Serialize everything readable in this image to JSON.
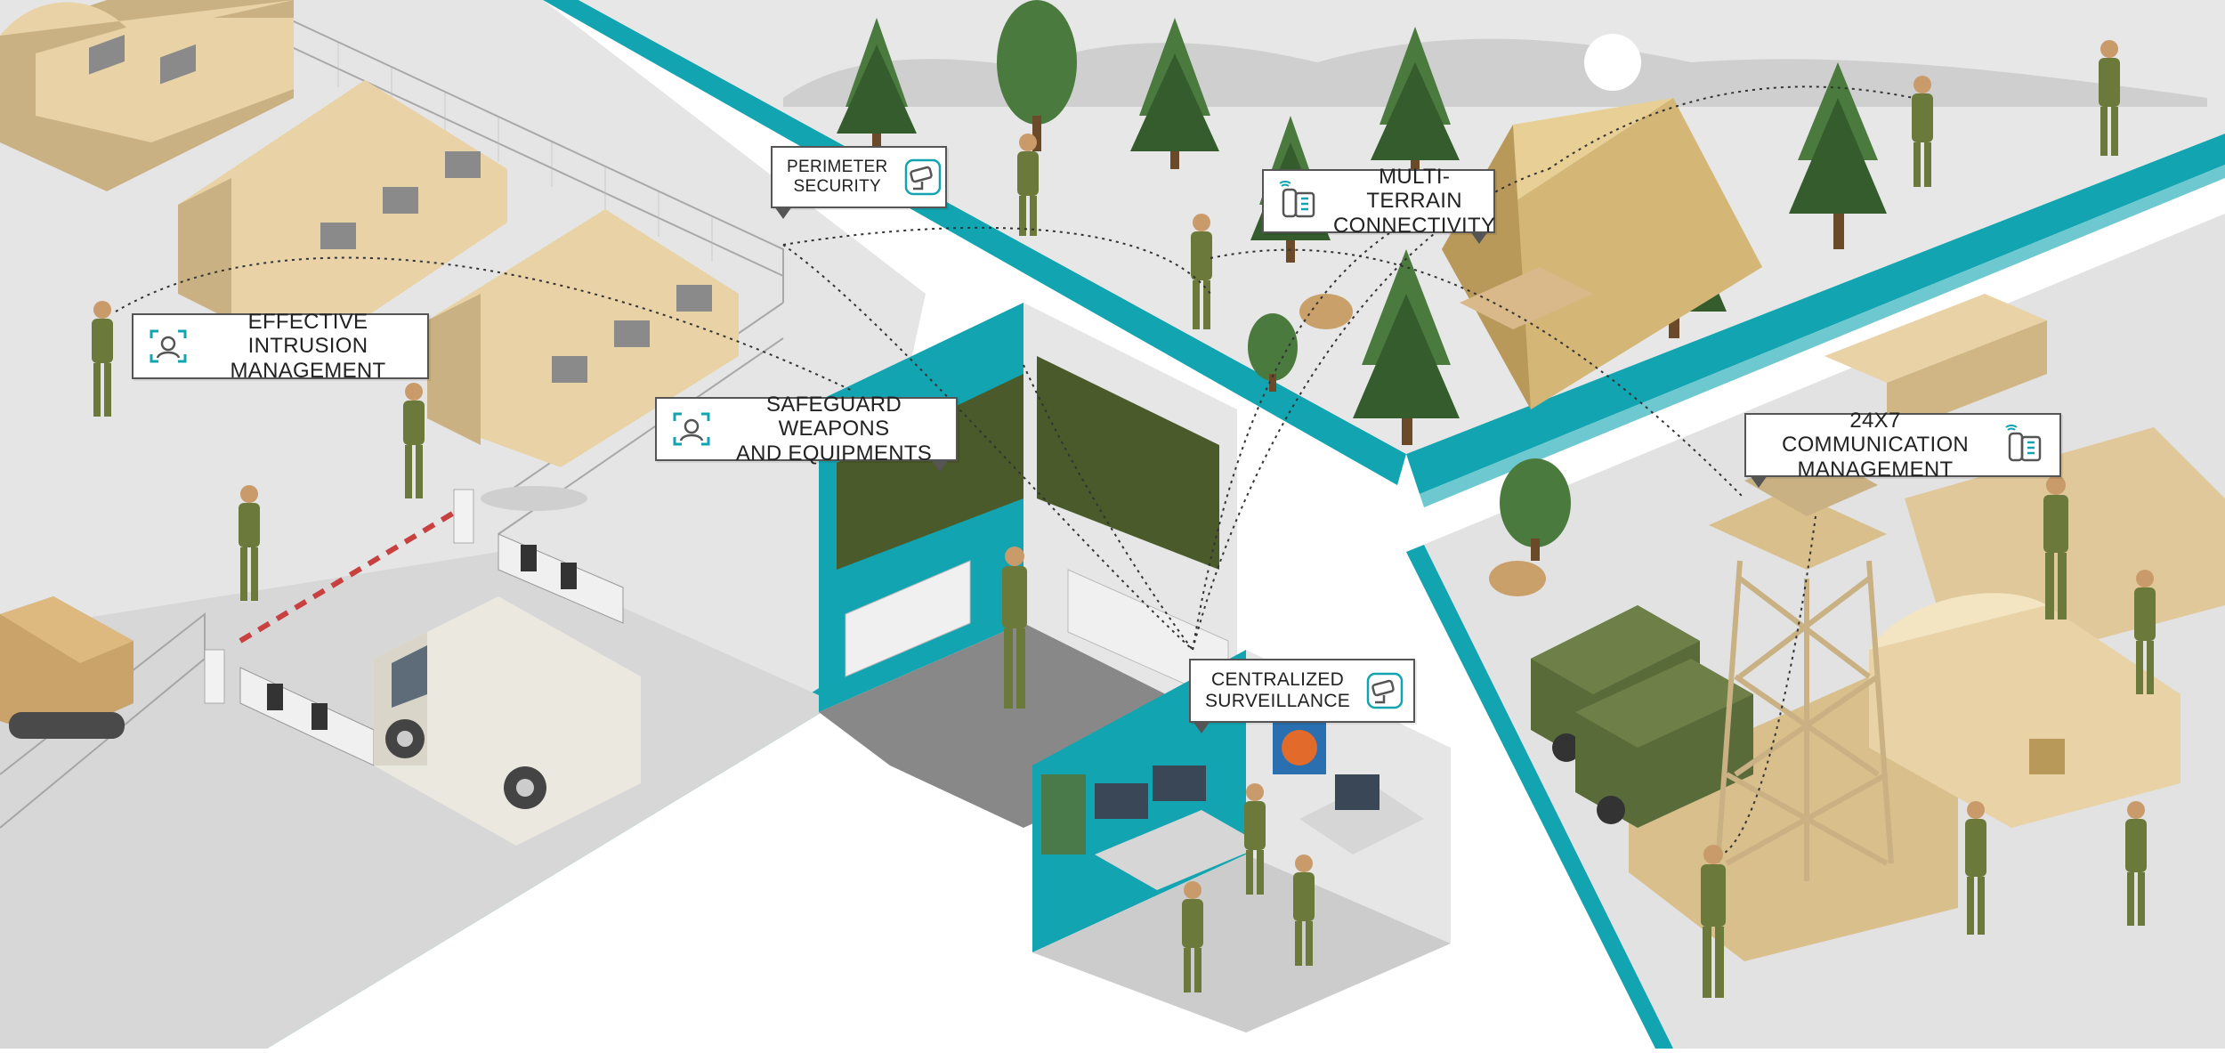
{
  "callouts": {
    "intrusion": {
      "line1": "EFFECTIVE INTRUSION",
      "line2": "MANAGEMENT",
      "icon": "face-scan-icon"
    },
    "perimeter": {
      "line1": "PERIMETER",
      "line2": "SECURITY",
      "icon": "cctv-camera-icon"
    },
    "multi_terrain": {
      "line1": "MULTI-TERRAIN",
      "line2": "CONNECTIVITY",
      "icon": "desk-phone-icon"
    },
    "weapons": {
      "line1": "SAFEGUARD WEAPONS",
      "line2": "AND EQUIPMENTS",
      "icon": "face-scan-icon"
    },
    "communication": {
      "line1": "24X7 COMMUNICATION",
      "line2": "MANAGEMENT",
      "icon": "desk-phone-icon"
    },
    "surveillance": {
      "line1": "CENTRALIZED",
      "line2": "SURVEILLANCE",
      "icon": "cctv-camera-icon"
    }
  },
  "colors": {
    "teal": "#12a4b0",
    "ground": "#e4e4e4",
    "ground_dark": "#d2d2d2",
    "tent": "#e8d2a6",
    "tent_shade": "#c9b184",
    "tree": "#4b7a3f",
    "tree_dark": "#355c2c",
    "soldier": "#6b7a3a",
    "truck": "#5a6b3a"
  }
}
